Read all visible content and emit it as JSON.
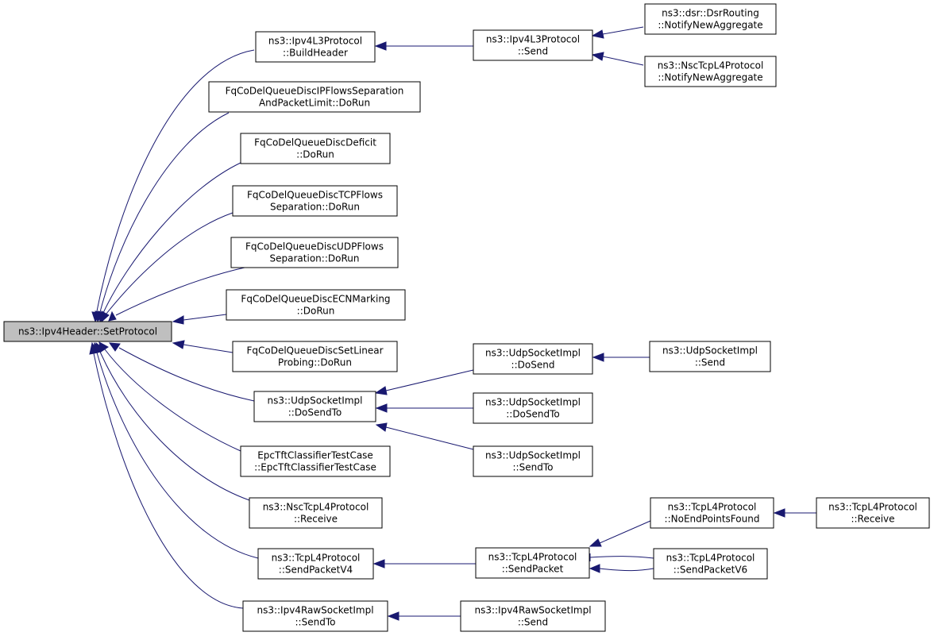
{
  "graph": {
    "colors": {
      "edge": "#191970",
      "node_border": "#000000",
      "root_fill": "#bfbfbf",
      "node_fill": "#ffffff"
    },
    "root": {
      "id": "setprotocol",
      "lines": [
        "ns3::Ipv4Header::SetProtocol"
      ]
    },
    "nodes": [
      {
        "id": "buildheader",
        "lines": [
          "ns3::Ipv4L3Protocol",
          "::BuildHeader"
        ]
      },
      {
        "id": "ipflows",
        "lines": [
          "FqCoDelQueueDiscIPFlowsSeparation",
          "AndPacketLimit::DoRun"
        ]
      },
      {
        "id": "deficit",
        "lines": [
          "FqCoDelQueueDiscDeficit",
          "::DoRun"
        ]
      },
      {
        "id": "tcpflows",
        "lines": [
          "FqCoDelQueueDiscTCPFlows",
          "Separation::DoRun"
        ]
      },
      {
        "id": "udpflows",
        "lines": [
          "FqCoDelQueueDiscUDPFlows",
          "Separation::DoRun"
        ]
      },
      {
        "id": "ecn",
        "lines": [
          "FqCoDelQueueDiscECNMarking",
          "::DoRun"
        ]
      },
      {
        "id": "linear",
        "lines": [
          "FqCoDelQueueDiscSetLinear",
          "Probing::DoRun"
        ]
      },
      {
        "id": "udpdosendto",
        "lines": [
          "ns3::UdpSocketImpl",
          "::DoSendTo"
        ]
      },
      {
        "id": "epc",
        "lines": [
          "EpcTftClassifierTestCase",
          "::EpcTftClassifierTestCase"
        ]
      },
      {
        "id": "nscreceive",
        "lines": [
          "ns3::NscTcpL4Protocol",
          "::Receive"
        ]
      },
      {
        "id": "sendpacketv4",
        "lines": [
          "ns3::TcpL4Protocol",
          "::SendPacketV4"
        ]
      },
      {
        "id": "rawsendto",
        "lines": [
          "ns3::Ipv4RawSocketImpl",
          "::SendTo"
        ]
      },
      {
        "id": "l3send",
        "lines": [
          "ns3::Ipv4L3Protocol",
          "::Send"
        ]
      },
      {
        "id": "dsr",
        "lines": [
          "ns3::dsr::DsrRouting",
          "::NotifyNewAggregate"
        ]
      },
      {
        "id": "nscnotify",
        "lines": [
          "ns3::NscTcpL4Protocol",
          "::NotifyNewAggregate"
        ]
      },
      {
        "id": "udpdosend",
        "lines": [
          "ns3::UdpSocketImpl",
          "::DoSend"
        ]
      },
      {
        "id": "udpsend",
        "lines": [
          "ns3::UdpSocketImpl",
          "::Send"
        ]
      },
      {
        "id": "udpdosendto2",
        "lines": [
          "ns3::UdpSocketImpl",
          "::DoSendTo"
        ]
      },
      {
        "id": "udpsendto",
        "lines": [
          "ns3::UdpSocketImpl",
          "::SendTo"
        ]
      },
      {
        "id": "tcpsendpacket",
        "lines": [
          "ns3::TcpL4Protocol",
          "::SendPacket"
        ]
      },
      {
        "id": "noendpoints",
        "lines": [
          "ns3::TcpL4Protocol",
          "::NoEndPointsFound"
        ]
      },
      {
        "id": "tcpreceive",
        "lines": [
          "ns3::TcpL4Protocol",
          "::Receive"
        ]
      },
      {
        "id": "sendpacketv6",
        "lines": [
          "ns3::TcpL4Protocol",
          "::SendPacketV6"
        ]
      },
      {
        "id": "rawsend",
        "lines": [
          "ns3::Ipv4RawSocketImpl",
          "::Send"
        ]
      }
    ],
    "edges": [
      {
        "from": "buildheader",
        "to": "setprotocol"
      },
      {
        "from": "ipflows",
        "to": "setprotocol"
      },
      {
        "from": "deficit",
        "to": "setprotocol"
      },
      {
        "from": "tcpflows",
        "to": "setprotocol"
      },
      {
        "from": "udpflows",
        "to": "setprotocol"
      },
      {
        "from": "ecn",
        "to": "setprotocol"
      },
      {
        "from": "linear",
        "to": "setprotocol"
      },
      {
        "from": "udpdosendto",
        "to": "setprotocol"
      },
      {
        "from": "epc",
        "to": "setprotocol"
      },
      {
        "from": "nscreceive",
        "to": "setprotocol"
      },
      {
        "from": "sendpacketv4",
        "to": "setprotocol"
      },
      {
        "from": "rawsendto",
        "to": "setprotocol"
      },
      {
        "from": "l3send",
        "to": "buildheader"
      },
      {
        "from": "dsr",
        "to": "l3send"
      },
      {
        "from": "nscnotify",
        "to": "l3send"
      },
      {
        "from": "udpdosend",
        "to": "udpdosendto"
      },
      {
        "from": "udpsend",
        "to": "udpdosend"
      },
      {
        "from": "udpdosendto2",
        "to": "udpdosendto"
      },
      {
        "from": "udpsendto",
        "to": "udpdosendto"
      },
      {
        "from": "tcpsendpacket",
        "to": "sendpacketv4"
      },
      {
        "from": "noendpoints",
        "to": "tcpsendpacket"
      },
      {
        "from": "tcpreceive",
        "to": "noendpoints"
      },
      {
        "from": "sendpacketv6",
        "to": "tcpsendpacket"
      },
      {
        "from": "tcpsendpacket",
        "to": "sendpacketv6"
      },
      {
        "from": "rawsend",
        "to": "rawsendto"
      }
    ]
  }
}
